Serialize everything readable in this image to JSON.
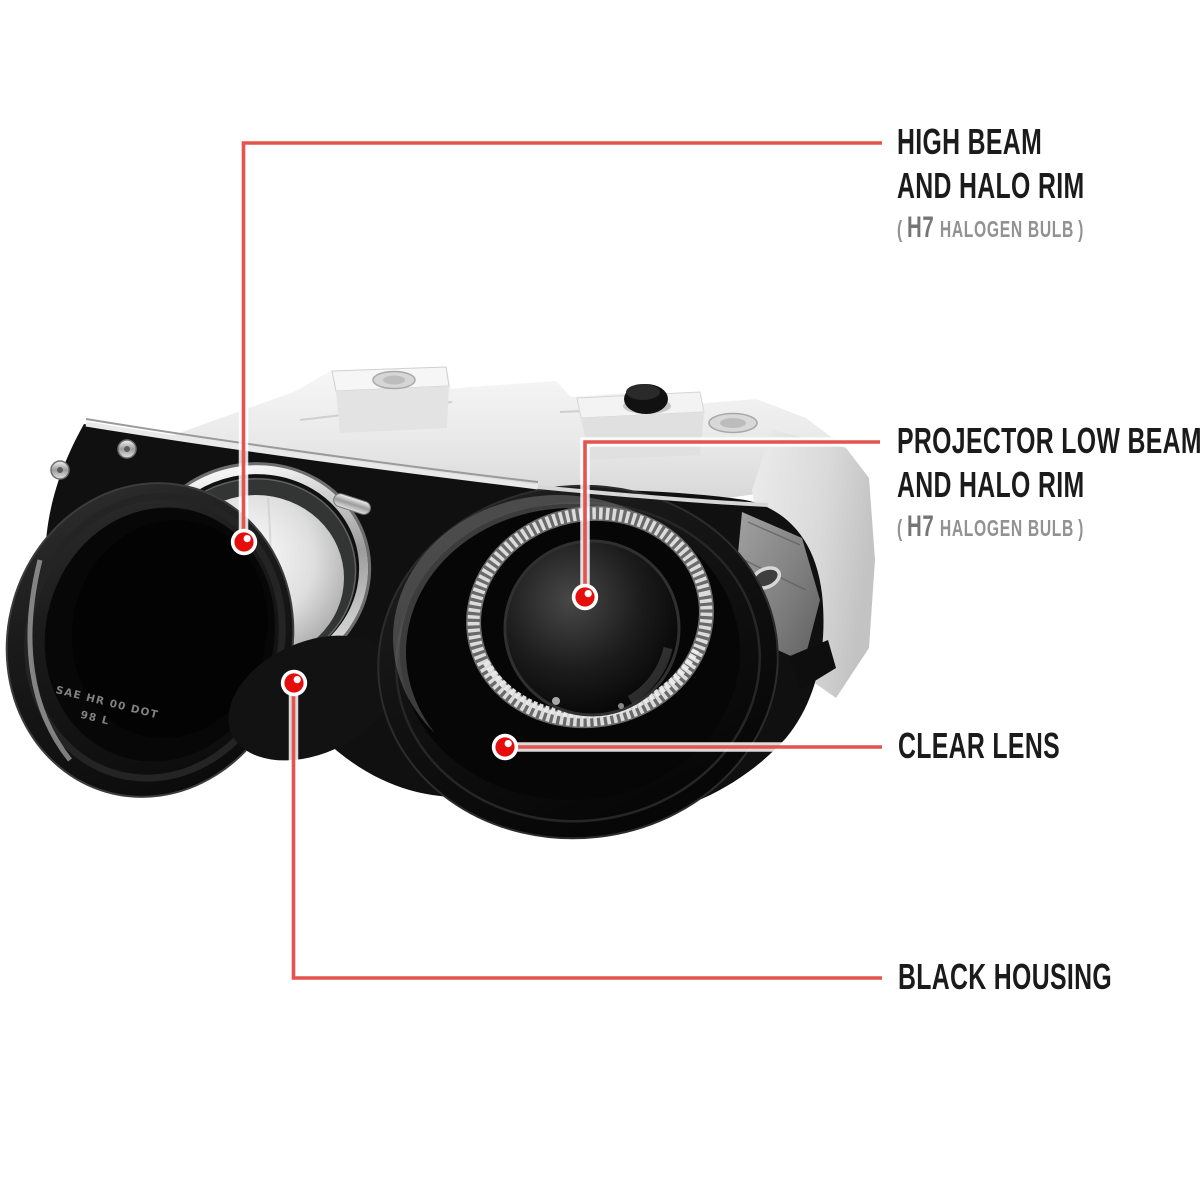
{
  "page": {
    "background": "#ffffff"
  },
  "colors": {
    "callout_line": "#e4534d",
    "callout_dot_red": "#e60d0d",
    "label_text": "#1b1b1b",
    "label_sub_gray": "#929292",
    "label_sub_code_gray": "#757575",
    "housing_black": "#101010",
    "housing_back_white": "#ececec"
  },
  "product": {
    "lens_marking_line1": "SAE HR 00 DOT",
    "lens_marking_line2": "98 L"
  },
  "callouts": {
    "high_beam": {
      "line1": "HIGH BEAM",
      "line2": "AND HALO RIM",
      "sub": {
        "open": "(",
        "code": "H7",
        "rest": "HALOGEN BULB",
        "close": ")"
      }
    },
    "projector_low_beam": {
      "line1": "PROJECTOR LOW BEAM",
      "line2": "AND HALO RIM",
      "sub": {
        "open": "(",
        "code": "H7",
        "rest": "HALOGEN BULB",
        "close": ")"
      }
    },
    "clear_lens": {
      "line1": "CLEAR LENS"
    },
    "black_housing": {
      "line1": "BLACK HOUSING"
    }
  }
}
